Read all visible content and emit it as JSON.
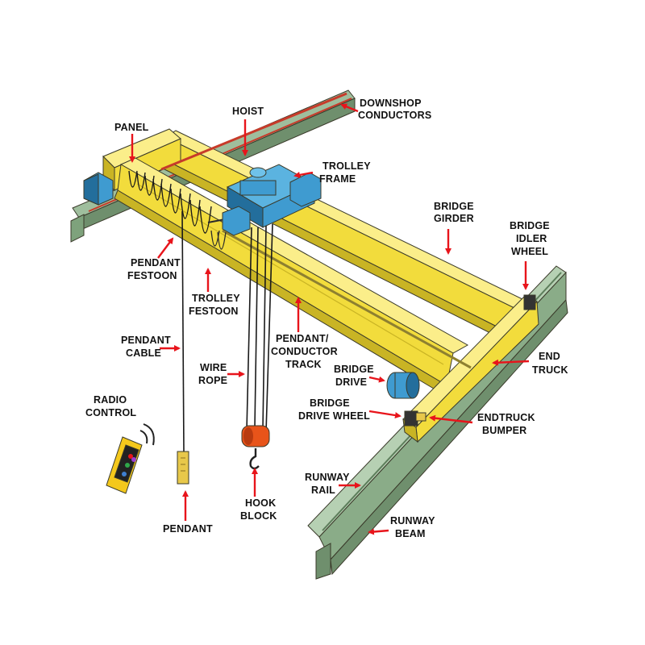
{
  "colors": {
    "girder": "#f2dc3c",
    "girder_dark": "#c9b424",
    "girder_light": "#fbee8a",
    "beam": "#9fbe9d",
    "beam_dark": "#6f8f6d",
    "hoist": "#3f9bd0",
    "hoist_dark": "#236e9c",
    "hook": "#e8541a",
    "arrow": "#e8141b",
    "remote": "#f4c81c"
  },
  "labels": {
    "downshop_conductors": [
      "DOWNSHOP",
      "CONDUCTORS"
    ],
    "hoist": [
      "HOIST"
    ],
    "panel": [
      "PANEL"
    ],
    "trolley_frame": [
      "TROLLEY",
      "FRAME"
    ],
    "bridge_girder": [
      "BRIDGE",
      "GIRDER"
    ],
    "bridge_idler_wheel": [
      "BRIDGE",
      "IDLER",
      "WHEEL"
    ],
    "pendant_festoon": [
      "PENDANT",
      "FESTOON"
    ],
    "trolley_festoon": [
      "TROLLEY",
      "FESTOON"
    ],
    "pendant_conductor_track": [
      "PENDANT/",
      "CONDUCTOR",
      "TRACK"
    ],
    "pendant_cable": [
      "PENDANT",
      "CABLE"
    ],
    "end_truck": [
      "END",
      "TRUCK"
    ],
    "wire_rope": [
      "WIRE",
      "ROPE"
    ],
    "bridge_drive": [
      "BRIDGE",
      "DRIVE"
    ],
    "radio_control": [
      "RADIO",
      "CONTROL"
    ],
    "bridge_drive_wheel": [
      "BRIDGE",
      "DRIVE WHEEL"
    ],
    "endtruck_bumper": [
      "ENDTRUCK",
      "BUMPER"
    ],
    "runway_rail": [
      "RUNWAY",
      "RAIL"
    ],
    "runway_beam": [
      "RUNWAY",
      "BEAM"
    ],
    "pendant": [
      "PENDANT"
    ],
    "hook_block": [
      "HOOK",
      "BLOCK"
    ]
  }
}
